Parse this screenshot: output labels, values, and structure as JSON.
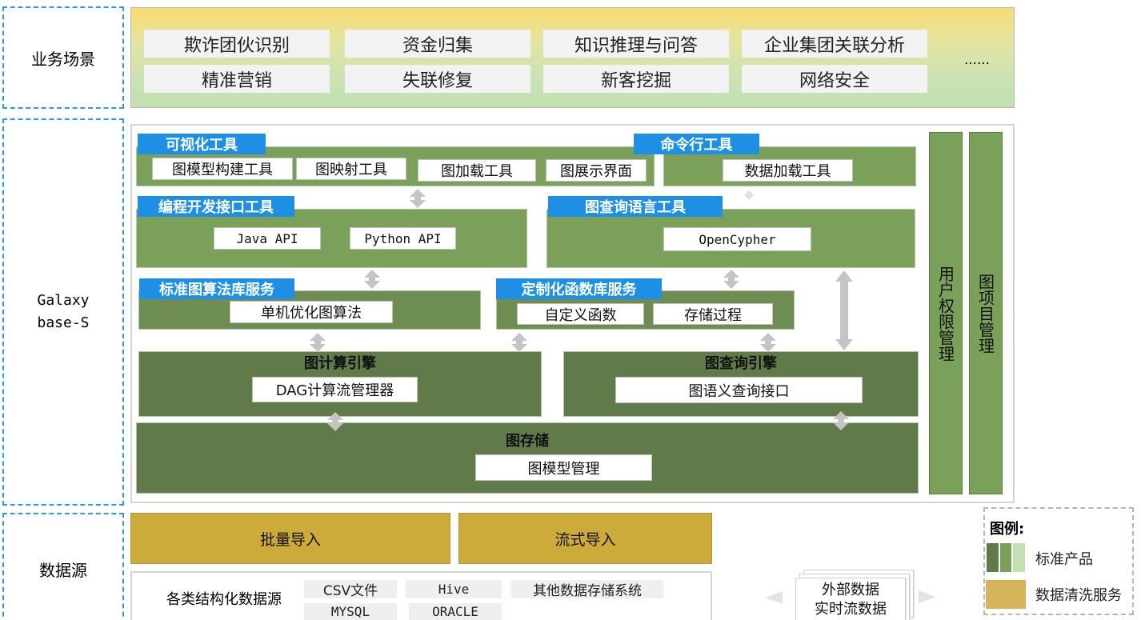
{
  "layers": {
    "business": "业务场景",
    "core": "Galaxy\nbase-S",
    "source": "数据源"
  },
  "business": {
    "items": [
      "欺诈团伙识别",
      "资金归集",
      "知识推理与问答",
      "企业集团关联分析",
      "精准营销",
      "失联修复",
      "新客挖掘",
      "网络安全"
    ],
    "more": "……"
  },
  "visual_tools": {
    "tag": "可视化工具",
    "items": [
      "图模型构建工具",
      "图映射工具",
      "图加载工具",
      "图展示界面"
    ]
  },
  "cli_tools": {
    "tag": "命令行工具",
    "items": [
      "数据加载工具"
    ]
  },
  "prog_tools": {
    "tag": "编程开发接口工具",
    "items": [
      "Java API",
      "Python API"
    ]
  },
  "query_lang": {
    "tag": "图查询语言工具",
    "items": [
      "OpenCypher"
    ]
  },
  "algo_lib": {
    "tag": "标准图算法库服务",
    "items": [
      "单机优化图算法"
    ]
  },
  "func_lib": {
    "tag": "定制化函数库服务",
    "items": [
      "自定义函数",
      "存储过程"
    ]
  },
  "compute_engine": {
    "title": "图计算引擎",
    "item": "DAG计算流管理器"
  },
  "query_engine": {
    "title": "图查询引擎",
    "item": "图语义查询接口"
  },
  "storage": {
    "title": "图存储",
    "item": "图模型管理"
  },
  "side": {
    "user_perm": "用户权限管理",
    "project": "图项目管理"
  },
  "source": {
    "batch": "批量导入",
    "stream": "流式导入",
    "structured": "各类结构化数据源",
    "items": [
      "CSV文件",
      "Hive",
      "其他数据存储系统",
      "MYSQL",
      "ORACLE"
    ]
  },
  "external": {
    "line1": "外部数据",
    "line2": "实时流数据"
  },
  "legend": {
    "title": "图例:",
    "standard": "标准产品",
    "cleaning": "数据清洗服务"
  },
  "colors": {
    "green_light": "#7ba05a",
    "green_mid": "#6e8d52",
    "green_dark": "#617a4a",
    "tag_blue": "#1f8fe6",
    "gold": "#ccab3a",
    "dashed_blue": "#2aa0c8"
  }
}
